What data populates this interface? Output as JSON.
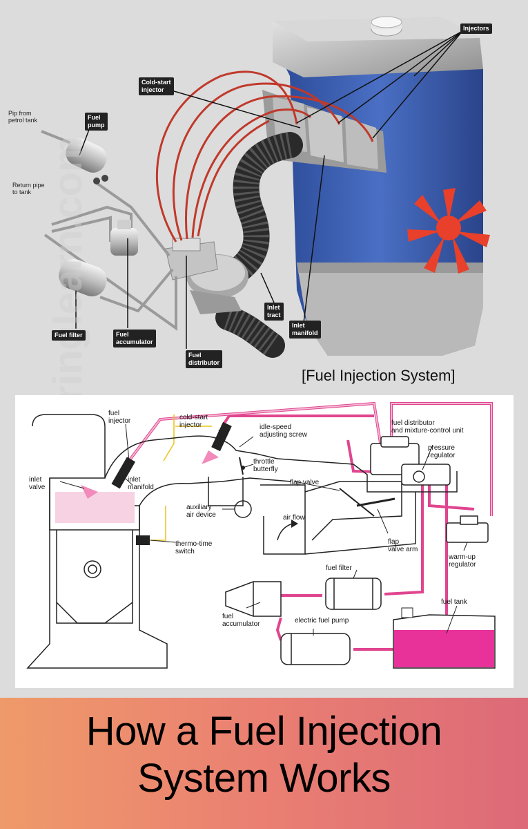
{
  "illustration": {
    "labels": {
      "injectors": "Injectors",
      "cold_start_injector": "Cold-start\ninjector",
      "pip_from_petrol_tank": "Pip from\npetrol tank",
      "fuel_pump": "Fuel\npump",
      "return_pipe": "Return pipe\nto tank",
      "fuel_filter": "Fuel filter",
      "fuel_accumulator": "Fuel\naccumulator",
      "fuel_distributor": "Fuel\ndistributor",
      "inlet_tract": "Inlet\ntract",
      "inlet_manifold": "Inlet\nmanifold"
    },
    "caption": "[Fuel Injection System]",
    "watermark": "engineeringlearn.com"
  },
  "schematic": {
    "labels": {
      "fuel_injector": "fuel\ninjector",
      "cold_start_injector": "cold-start\ninjector",
      "idle_speed_screw": "idle-speed\nadjusting screw",
      "fuel_distributor": "fuel distributor\nand mixture-control unit",
      "pressure_regulator": "pressure\nregulator",
      "throttle_butterfly": "throttle\nbutterfly",
      "inlet_valve": "inlet\nvalve",
      "inlet_manifold": "inlet\nmanifold",
      "flap_valve": "flap valve",
      "auxiliary_air_device": "auxiliary\nair device",
      "air_flow": "air flow",
      "flap_valve_arm": "flap\nvalve arm",
      "thermo_time_switch": "thermo-time\nswitch",
      "warm_up_regulator": "warm-up\nregulator",
      "fuel_filter": "fuel filter",
      "fuel_accumulator": "fuel\naccumulator",
      "electric_fuel_pump": "electric fuel pump",
      "fuel_tank": "fuel tank"
    }
  },
  "banner": {
    "title": "How a Fuel Injection\nSystem Works"
  },
  "colors": {
    "engine_blue": "#3a5fb0",
    "fuel_line_pink": "#e0458f",
    "fuel_tank_pink": "#e8329a",
    "red_hose": "#c0392b",
    "fan_red": "#e8402a",
    "label_dark": "#222222"
  }
}
